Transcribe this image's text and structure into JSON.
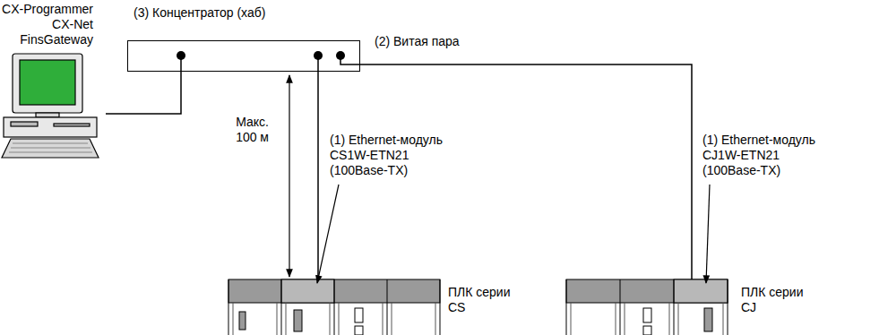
{
  "diagram": {
    "nodes": [
      {
        "text": [
          "CX-Programmer CX-Net FinsGateway"
        ]
      },
      {
        "text": [
          "(3) Концентратор (хаб)"
        ]
      },
      {
        "text": [
          "ПЛК серии CS"
        ]
      },
      {
        "text": [
          "ПЛК серии CJ"
        ]
      }
    ],
    "edges": [
      {
        "from": 0,
        "to": 1,
        "arrow": "none"
      },
      {
        "from": 1,
        "to": 2,
        "arrow": "none"
      },
      {
        "from": 1,
        "to": 3,
        "label": "(2) Витая пара",
        "arrow": "none"
      }
    ],
    "labels": [
      "Макс. 100 м",
      "(1) Ethernet-модуль CS1W-ETN21 (100Base-TX)",
      "(1) Ethernet-модуль CJ1W-ETN21 (100Base-TX)"
    ]
  }
}
